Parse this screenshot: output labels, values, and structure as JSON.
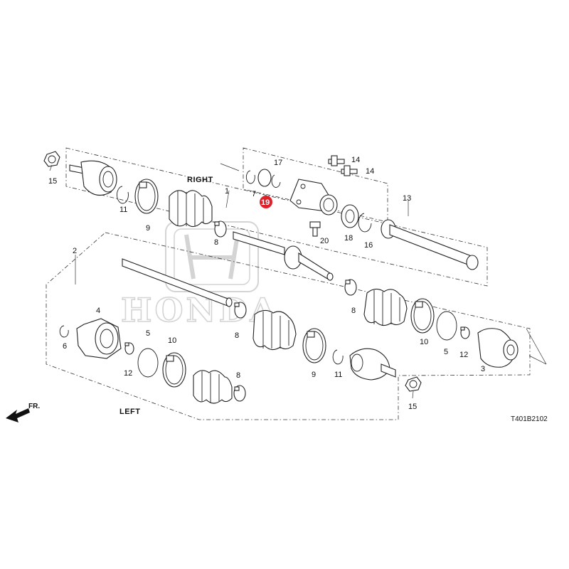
{
  "labels": {
    "right": "RIGHT",
    "left": "LEFT",
    "fr": "FR.",
    "diagram_code": "T401B2102",
    "watermark": "HONDA"
  },
  "callouts": {
    "c1": "1",
    "c2": "2",
    "c3": "3",
    "c4": "4",
    "c5a": "5",
    "c5b": "5",
    "c6": "6",
    "c7": "7",
    "c8a": "8",
    "c8b": "8",
    "c8c": "8",
    "c8d": "8",
    "c9a": "9",
    "c9b": "9",
    "c10a": "10",
    "c10b": "10",
    "c11a": "11",
    "c11b": "11",
    "c12a": "12",
    "c12b": "12",
    "c13": "13",
    "c14a": "14",
    "c14b": "14",
    "c15a": "15",
    "c15b": "15",
    "c16": "16",
    "c17": "17",
    "c18": "18",
    "c19": "19",
    "c20": "20"
  },
  "colors": {
    "highlight": "#e0202a",
    "line": "#222222",
    "watermark": "#d4d4d4"
  }
}
